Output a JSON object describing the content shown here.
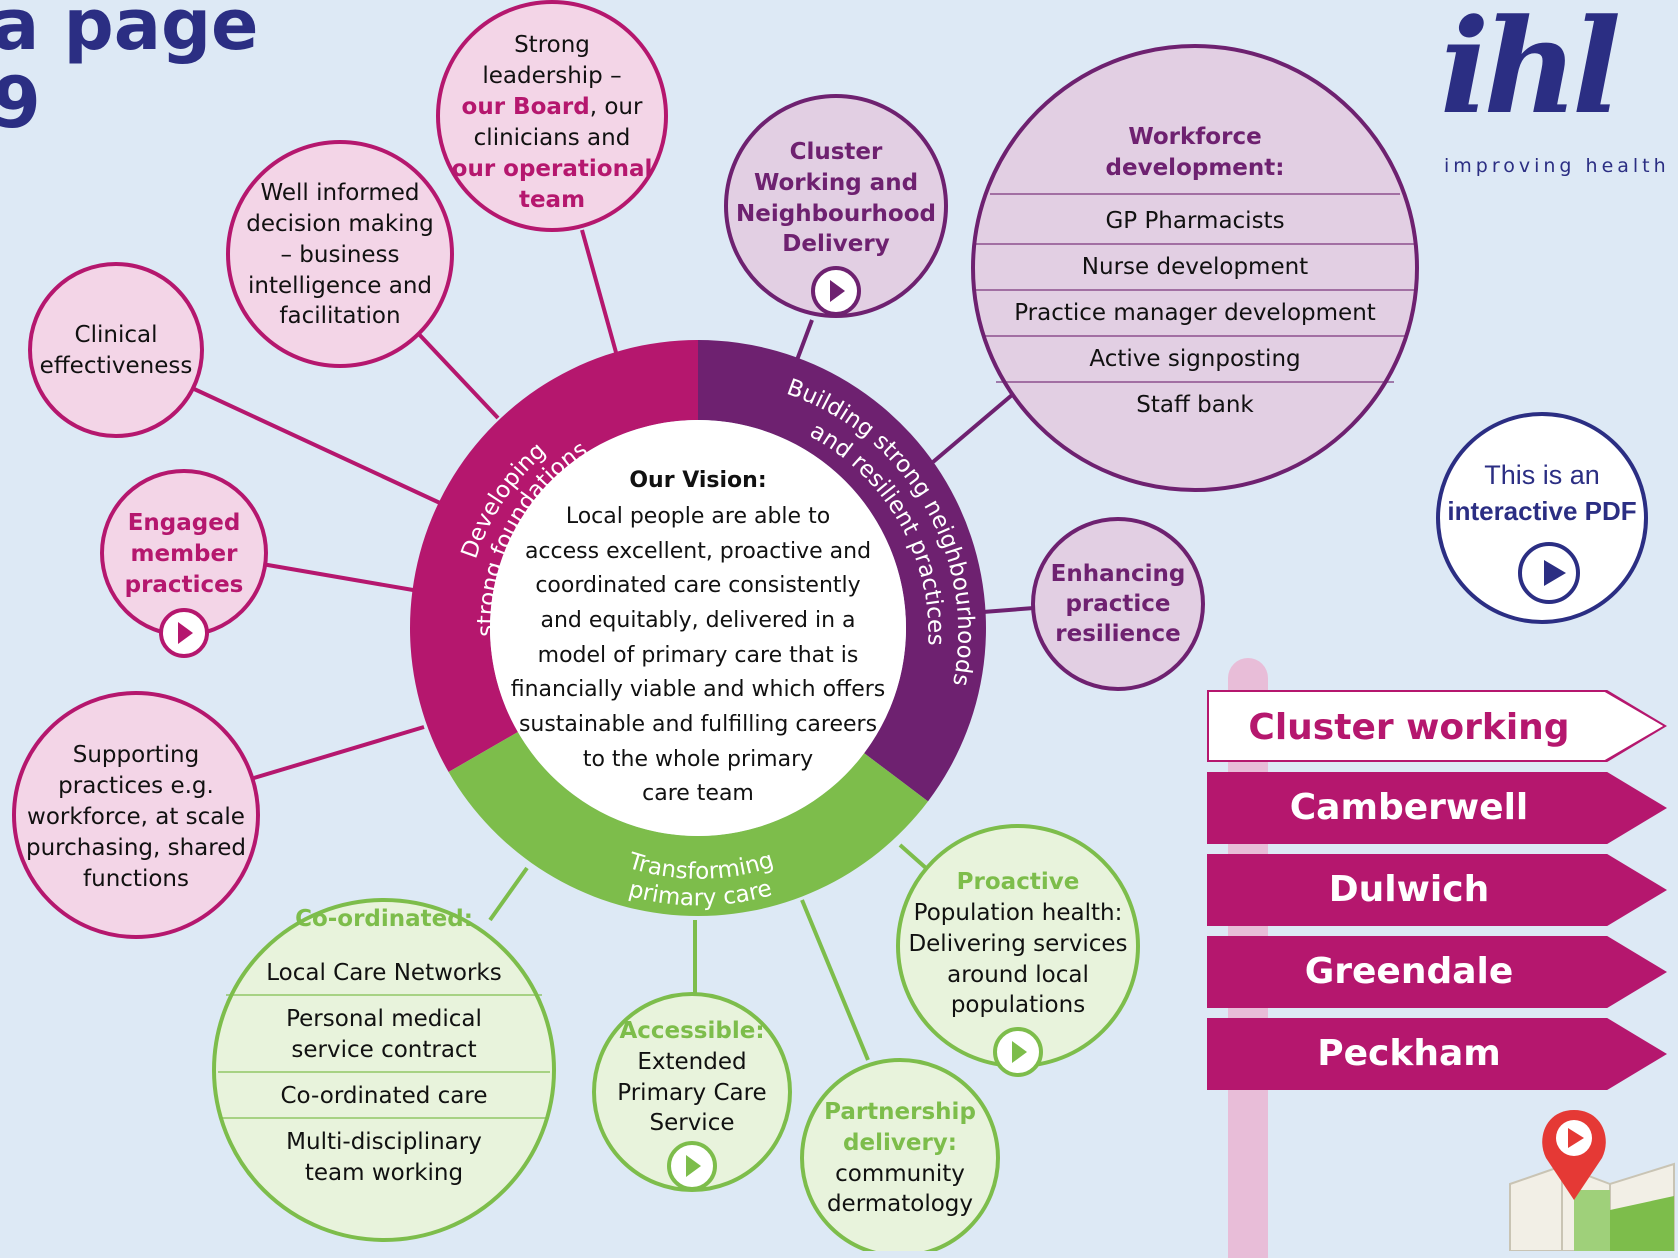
{
  "page_title": "a page\n9",
  "logo": {
    "mark": "ihl",
    "tagline": "improving health"
  },
  "interactive_note": {
    "line1": "This is an",
    "line2": "interactive PDF"
  },
  "hub": {
    "title": "Our Vision:",
    "text": [
      "Local people are able to",
      "access excellent, proactive and",
      "coordinated care consistently",
      "and equitably, delivered in a",
      "model of primary care that is",
      "financially viable and which offers",
      "sustainable and fulfilling careers",
      "to the whole primary",
      "care team"
    ],
    "ring_labels": {
      "foundations": [
        "Developing",
        "strong foundations"
      ],
      "neighbourhoods": [
        "Building strong neighbourhoods",
        "and resilient practices"
      ],
      "transforming": [
        "Transforming",
        "primary care"
      ]
    }
  },
  "nodes": {
    "leadership": {
      "l1": "Strong",
      "l2": "leadership –",
      "board": "our Board",
      "l3a": ", our",
      "l4": "clinicians and",
      "l5": "our operational",
      "l6": "team"
    },
    "decision": [
      "Well informed",
      "decision making",
      "– business",
      "intelligence and",
      "facilitation"
    ],
    "clinical": [
      "Clinical",
      "effectiveness"
    ],
    "engaged": [
      "Engaged",
      "member",
      "practices"
    ],
    "supporting": [
      "Supporting",
      "practices e.g.",
      "workforce, at scale",
      "purchasing, shared",
      "functions"
    ],
    "cluster": [
      "Cluster",
      "Working and",
      "Neighbourhood",
      "Delivery"
    ],
    "workforce": {
      "title": [
        "Workforce",
        "development:"
      ],
      "items": [
        "GP Pharmacists",
        "Nurse development",
        "Practice manager development",
        "Active signposting",
        "Staff bank"
      ]
    },
    "resilience": [
      "Enhancing",
      "practice",
      "resilience"
    ],
    "coordinated": {
      "title": "Co-ordinated:",
      "items": [
        [
          "Local Care Networks"
        ],
        [
          "Personal medical",
          "service contract"
        ],
        [
          "Co-ordinated care"
        ],
        [
          "Multi-disciplinary",
          "team working"
        ]
      ]
    },
    "accessible": {
      "title": "Accessible:",
      "lines": [
        "Extended",
        "Primary Care",
        "Service"
      ]
    },
    "partnership": {
      "title": [
        "Partnership",
        "delivery:"
      ],
      "lines": [
        "community",
        "dermatology"
      ]
    },
    "proactive": {
      "title": "Proactive",
      "lines": [
        "Population health:",
        "Delivering services",
        "around local",
        "populations"
      ]
    }
  },
  "signpost": {
    "header": "Cluster working",
    "items": [
      "Camberwell",
      "Dulwich",
      "Greendale",
      "Peckham"
    ]
  },
  "colors": {
    "magenta": "#b5176e",
    "purple": "#6e2170",
    "green": "#7dbd4b",
    "navy": "#2b2e83",
    "pink_fill": "#f3d5e7",
    "purple_fill": "#e2cfe3",
    "green_fill": "#e8f3dc",
    "background": "#dde9f5"
  }
}
